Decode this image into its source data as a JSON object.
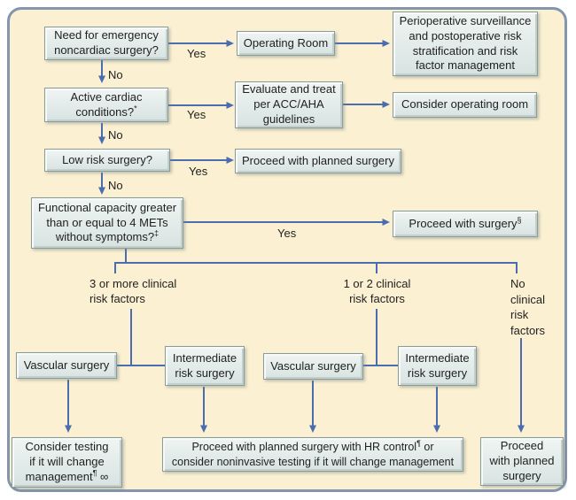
{
  "colors": {
    "background": "#ffffff",
    "panel_fill": "#fbf0d2",
    "panel_border": "#8496ad",
    "connector": "#4a6db0",
    "box_fill": "#e3ecea",
    "box_border": "#8a9c9a",
    "text": "#1f1f1f"
  },
  "nodes": {
    "need_emergency": {
      "text": "Need for emergency\nnoncardiac surgery?"
    },
    "operating_room": {
      "text": "Operating Room"
    },
    "periop_surveillance": {
      "text": "Perioperative surveillance\nand postoperative risk\nstratification and risk\nfactor management"
    },
    "active_cardiac": {
      "text": "Active cardiac\nconditions?",
      "sup": "*"
    },
    "evaluate_treat": {
      "text": "Evaluate and treat\nper ACC/AHA\nguidelines"
    },
    "consider_operating_room": {
      "text": "Consider operating room"
    },
    "low_risk": {
      "text": "Low risk surgery?"
    },
    "proceed_planned": {
      "text": "Proceed with planned surgery"
    },
    "functional_capacity": {
      "text": "Functional capacity greater\nthan or equal to 4 METs\nwithout symptoms?",
      "sup": "‡"
    },
    "proceed_surgery": {
      "text": "Proceed with surgery",
      "sup": "§"
    },
    "vascular_left": {
      "text": "Vascular surgery"
    },
    "intermediate_left": {
      "text": "Intermediate\nrisk surgery"
    },
    "vascular_right": {
      "text": "Vascular surgery"
    },
    "intermediate_right": {
      "text": "Intermediate\nrisk surgery"
    },
    "consider_testing": {
      "line1": "Consider testing\nif it will change\nmanagement",
      "sup": "¶",
      "post": " ∞"
    },
    "proceed_hr": {
      "line1_pre": "Proceed with planned surgery with HR control",
      "sup": "¶",
      "line1_post": " or",
      "line2": "consider noninvasive testing if it will change management"
    },
    "proceed_planned_small": {
      "text": "Proceed\nwith planned\nsurgery"
    }
  },
  "labels": {
    "yes_emergency": "Yes",
    "no_emergency": "No",
    "yes_active": "Yes",
    "no_active": "No",
    "yes_low_risk": "Yes",
    "no_low_risk": "No",
    "yes_functional": "Yes",
    "branch_three_or_more": "3 or more clinical\nrisk factors",
    "branch_one_or_two": "1 or 2 clinical\nrisk factors",
    "branch_no_clinical": "No\nclinical\nrisk\nfactors"
  }
}
